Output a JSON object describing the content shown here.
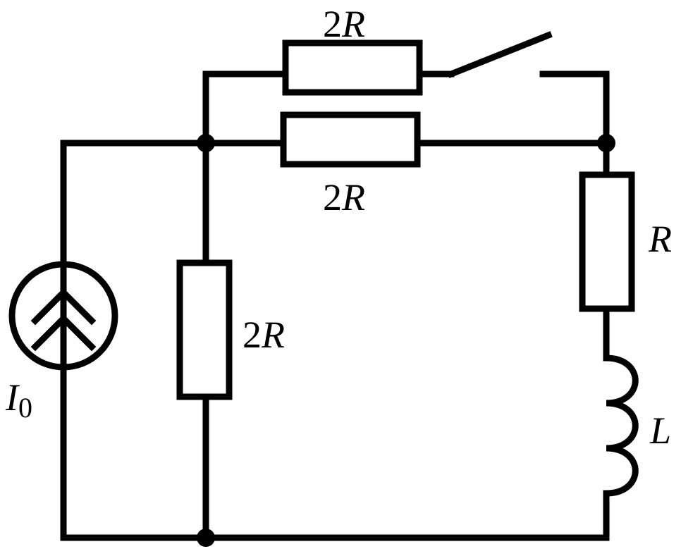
{
  "labels": {
    "top_resistor_coef": "2",
    "top_resistor_sym": "R",
    "mid_resistor_coef": "2",
    "mid_resistor_sym": "R",
    "left_resistor_coef": "2",
    "left_resistor_sym": "R",
    "right_resistor_sym": "R",
    "inductor_sym": "L",
    "source_sym": "I",
    "source_sub": "0"
  },
  "switch_state": "open"
}
